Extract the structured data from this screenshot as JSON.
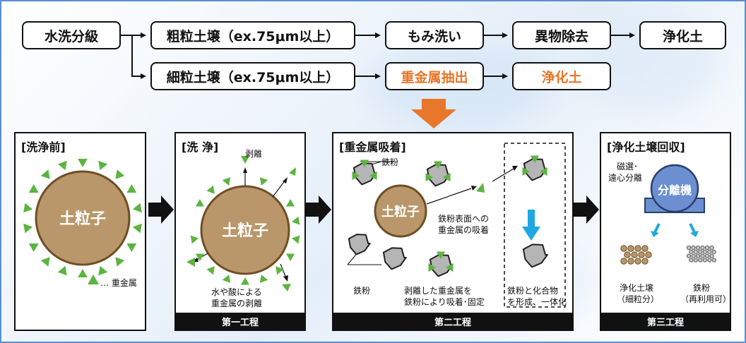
{
  "flow": {
    "wash": "水洗分級",
    "coarse": "粗粒土壌（ex.75μm以上）",
    "scrub": "もみ洗い",
    "foreign": "異物除去",
    "clean1": "浄化土",
    "fine": "細粒土壌（ex.75μm以上）",
    "heavy_extract": "重金属抽出",
    "clean2": "浄化土"
  },
  "panels": {
    "before": {
      "title": "[洗浄前]",
      "particle": "土粒子",
      "legend": "… 重金属"
    },
    "wash": {
      "title": "[洗 浄]",
      "particle": "土粒子",
      "peel": "剥離",
      "note_line1": "水や酸による",
      "note_line2": "重金属の剥離",
      "footer": "第一工程"
    },
    "adsorb": {
      "title": "[重金属吸着]",
      "particle": "土粒子",
      "iron_label_top": "鉄粉",
      "surface_line1": "鉄粉表面への",
      "surface_line2": "重金属の吸着",
      "iron_label_bottom": "鉄粉",
      "capture_line1": "剥離した重金属を",
      "capture_line2": "鉄粉により吸着･固定",
      "compound_line1": "鉄粉と化合物",
      "compound_line2": "を形成、一体化",
      "footer": "第二工程"
    },
    "recover": {
      "title": "[浄化土壌回収]",
      "method_line1": "磁選･",
      "method_line2": "遠心分離",
      "machine": "分離機",
      "soil_line1": "浄化土壌",
      "soil_line2": "（細粒分）",
      "iron_line1": "鉄粉",
      "iron_line2": "（再利用可）",
      "footer": "第三工程"
    }
  },
  "colors": {
    "metal": "#5cb440",
    "soil": "#b9976a",
    "soil_border": "#6e4f25",
    "orange": "#e8762b",
    "blue_arrow": "#1ea7e4",
    "machine": "#6b8fd0",
    "iron": "#b5b5b5"
  }
}
